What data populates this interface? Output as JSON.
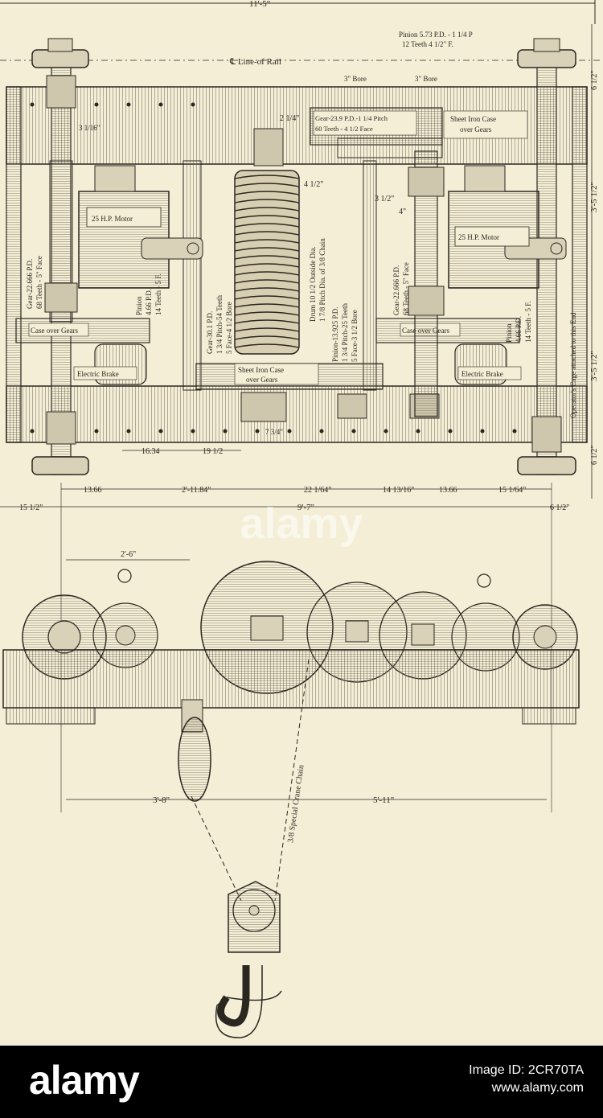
{
  "drawing": {
    "dimensions": {
      "overall_width": "11'-5\"",
      "rail_centerline": "℄ Line-of Rail",
      "bore_left": "3\" Bore",
      "bore_right": "3\" Bore",
      "shaft_left": "3 1/16\"",
      "drum_side": "4 1/2\"",
      "gear_side": "3 1/2\"",
      "small_gap": "4\"",
      "right_top": "6 1/2\"",
      "right_upper": "3'-5 1/2\"",
      "right_lower": "3'-5 1/2\"",
      "right_bottom": "6 1/2\"",
      "top_small": "2 1/4\"",
      "bottom_small": "7 3/4\"",
      "dim_16_34": "16.34",
      "dim_19_half": "19 1/2",
      "dim_13_66_left": "13.66",
      "dim_2_11_84": "2'-11.84\"",
      "dim_22": "22 1/64\"",
      "dim_14": "14 13/16\"",
      "dim_13_66_right": "13.66",
      "dim_15_64": "15 1/64\"",
      "dim_15_half": "15 1/2\"",
      "dim_9_7": "9'-7\"",
      "dim_6_half": "6 1/2\"",
      "dim_2_6": "2'-6\"",
      "dim_3_8": "3'-8\"",
      "dim_5_11": "5'-11\""
    },
    "notes": {
      "pinion_top_1": "Pinion 5.73 P.D. - 1 1/4 P",
      "pinion_top_2": "12 Teeth 4 1/2\" F.",
      "gear_top_1": "Gear-23.9 P.D.-1 1/4 Pitch",
      "gear_top_2": "60 Teeth - 4 1/2 Face",
      "sheet_iron_top_1": "Sheet Iron Case",
      "sheet_iron_top_2": "over Gears",
      "motor_left": "25 H.P. Motor",
      "motor_right": "25 H.P. Motor",
      "case_left": "Case over Gears",
      "case_right": "Case over Gears",
      "brake_left": "Electric Brake",
      "brake_right": "Electric Brake",
      "sheet_iron_bottom_1": "Sheet Iron Case",
      "sheet_iron_bottom_2": "over Gears",
      "gear_left_1": "Gear-22.666 P.D.",
      "gear_left_2": "68 Teeth - 5\" Face",
      "gear_right_1": "Gear-22.666 P.D.",
      "gear_right_2": "68 Teeth - 5\" Face",
      "pinion_left_1": "Pinion",
      "pinion_left_2": "4.66 P.D.",
      "pinion_left_3": "14 Teeth - 5 F.",
      "pinion_right_1": "Pinion",
      "pinion_right_2": "4.66 P.D.",
      "pinion_right_3": "14 Teeth - 5 F.",
      "gear_center_1": "Gear-30.1 P.D.",
      "gear_center_2": "1 3/4 Pitch-54 Teeth",
      "gear_center_3": "5 Face-4 1/2 Bore",
      "drum_1": "Drum 10 1/2 Outside Dia.",
      "drum_2": "1 7/8 Pitch Dia. of 3/8 Chain",
      "pinion_center_1": "Pinion-13.925 P.D.",
      "pinion_center_2": "1 3/4 Pitch-25 Teeth",
      "pinion_center_3": "5 Face-3 1/2 Bore",
      "operator_cage": "Operator's Cage attached to this End",
      "chain": "3/8 Special Crane Chain"
    }
  },
  "footer": {
    "logo": "alamy",
    "id_line": "Image ID: 2CR70TA",
    "site": "www.alamy.com",
    "watermark": "alamy"
  }
}
